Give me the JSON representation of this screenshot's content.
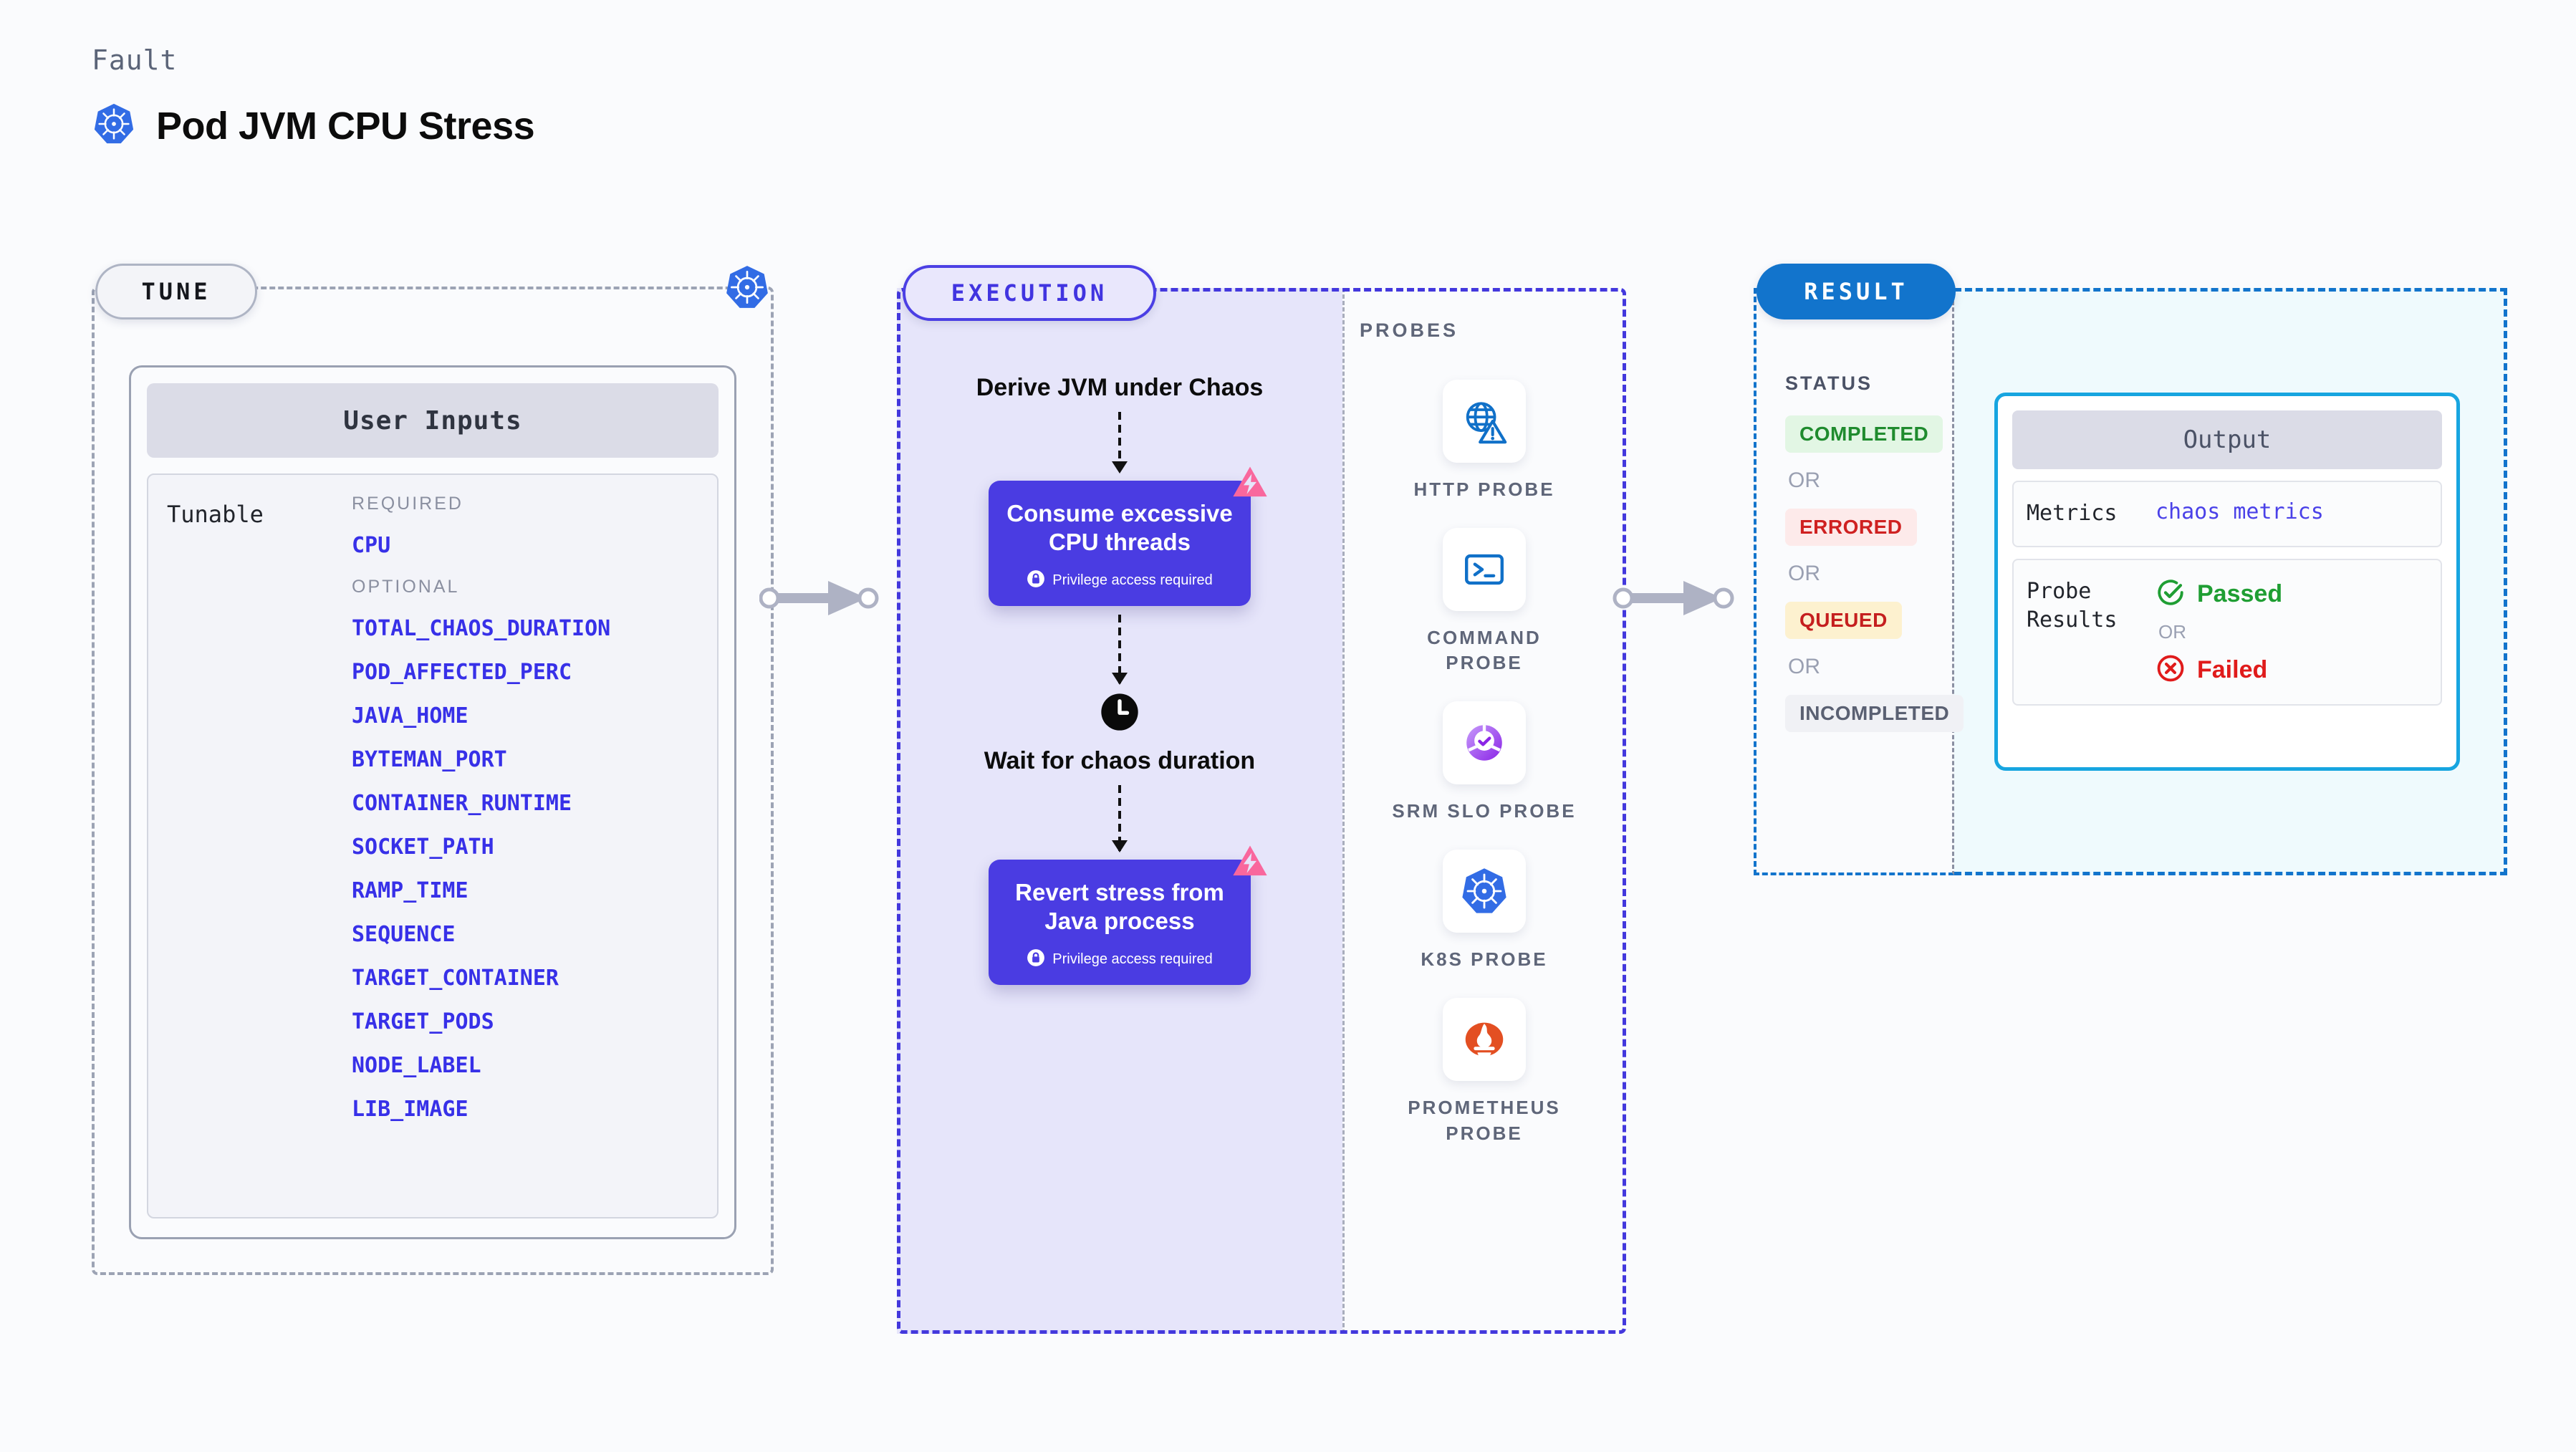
{
  "header": {
    "eyebrow": "Fault",
    "title": "Pod JVM CPU Stress",
    "icon": "kubernetes-icon"
  },
  "tune": {
    "pill_label": "TUNE",
    "boundary_icon": "kubernetes-icon",
    "card_header": "User Inputs",
    "row_label": "Tunable",
    "required_label": "REQUIRED",
    "optional_label": "OPTIONAL",
    "required_params": [
      "CPU"
    ],
    "optional_params": [
      "TOTAL_CHAOS_DURATION",
      "POD_AFFECTED_PERC",
      "JAVA_HOME",
      "BYTEMAN_PORT",
      "CONTAINER_RUNTIME",
      "SOCKET_PATH",
      "RAMP_TIME",
      "SEQUENCE",
      "TARGET_CONTAINER",
      "TARGET_PODS",
      "NODE_LABEL",
      "LIB_IMAGE"
    ]
  },
  "execution": {
    "pill_label": "EXECUTION",
    "steps": [
      {
        "type": "text",
        "label": "Derive JVM under Chaos"
      },
      {
        "type": "card",
        "label": "Consume excessive CPU threads",
        "privilege_note": "Privilege access required",
        "badge": "chaos-badge-icon",
        "lock": "lock-icon"
      },
      {
        "type": "clock",
        "label": "Wait for chaos duration",
        "icon": "clock-icon"
      },
      {
        "type": "card",
        "label": "Revert stress from Java process",
        "privilege_note": "Privilege access required",
        "badge": "chaos-badge-icon",
        "lock": "lock-icon"
      }
    ]
  },
  "probes": {
    "section_label": "PROBES",
    "items": [
      {
        "name": "HTTP PROBE",
        "icon": "globe-warning-icon"
      },
      {
        "name": "COMMAND PROBE",
        "icon": "terminal-icon"
      },
      {
        "name": "SRM SLO PROBE",
        "icon": "srm-slo-icon"
      },
      {
        "name": "K8S PROBE",
        "icon": "kubernetes-icon"
      },
      {
        "name": "PROMETHEUS PROBE",
        "icon": "prometheus-icon"
      }
    ]
  },
  "result": {
    "pill_label": "RESULT",
    "status_label": "STATUS",
    "or_label": "OR",
    "statuses": [
      {
        "label": "COMPLETED",
        "color": "#1f8b2e",
        "bg": "#e2f6e4"
      },
      {
        "label": "ERRORED",
        "color": "#cf2121",
        "bg": "#fdeaea"
      },
      {
        "label": "QUEUED",
        "color": "#c51f1f",
        "bg": "#fdf1cf"
      },
      {
        "label": "INCOMPLETED",
        "color": "#5a6072",
        "bg": "#f0f1f5"
      }
    ],
    "output": {
      "header": "Output",
      "metrics_key": "Metrics",
      "metrics_value": "chaos metrics",
      "probe_results_key": "Probe Results",
      "passed_label": "Passed",
      "failed_label": "Failed",
      "or_label": "OR",
      "passed_icon": "check-circle-icon",
      "failed_icon": "x-circle-icon"
    }
  },
  "colors": {
    "indigo": "#4a3ce2",
    "blue": "#1274cc",
    "cyan": "#17a5e0",
    "pink": "#f9679d",
    "k8s_blue": "#326ce5"
  }
}
